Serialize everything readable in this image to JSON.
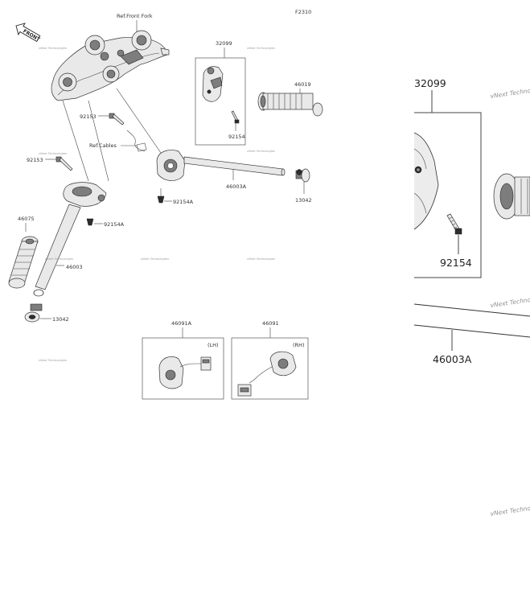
{
  "figure_code": "F2310",
  "front_label": "FRONT",
  "refs": {
    "front_fork": "Ref.Front Fork",
    "cables": "Ref.Cables"
  },
  "parts": {
    "p32099": "32099",
    "p46019": "46019",
    "p92154": "92154",
    "p92153_a": "92153",
    "p92153_b": "92153",
    "p46003A": "46003A",
    "p13042_a": "13042",
    "p92154A_a": "92154A",
    "p92154A_b": "92154A",
    "p46075": "46075",
    "p46003": "46003",
    "p13042_b": "13042",
    "p46091A": "46091A",
    "p46091": "46091",
    "lh": "(LH)",
    "rh": "(RH)"
  },
  "zoom": {
    "p32099": "32099",
    "p92154": "92154",
    "p46003A": "46003A"
  },
  "watermark": "vNext Technologies"
}
